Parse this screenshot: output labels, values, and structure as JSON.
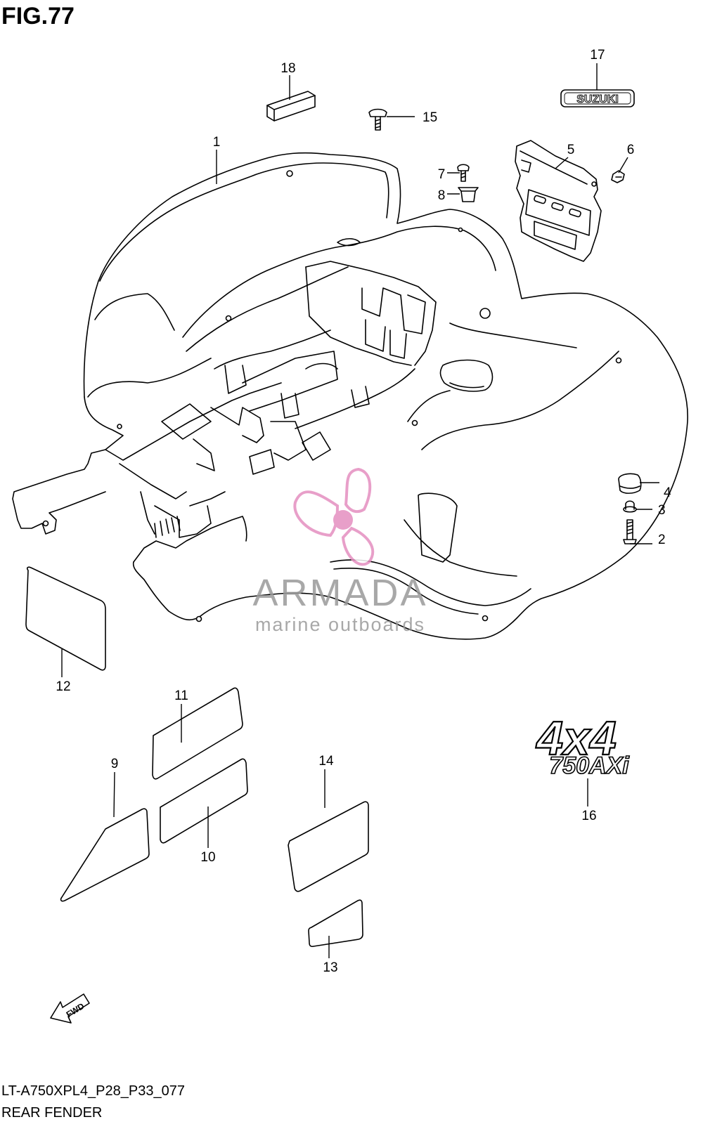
{
  "figure": {
    "title": "FIG.77"
  },
  "footer": {
    "code": "LT-A750XPL4_P28_P33_077",
    "name": "REAR FENDER"
  },
  "watermark": {
    "name": "ARMADA",
    "tagline": "marine outboards",
    "color": "#e58fc0"
  },
  "badges": {
    "suzuki": "SUZUKI",
    "line1": "4x4",
    "line2": "750AXi",
    "fwd": "FWD"
  },
  "callouts": [
    "1",
    "2",
    "3",
    "4",
    "5",
    "6",
    "7",
    "8",
    "9",
    "10",
    "11",
    "12",
    "13",
    "14",
    "15",
    "16",
    "17",
    "18"
  ]
}
